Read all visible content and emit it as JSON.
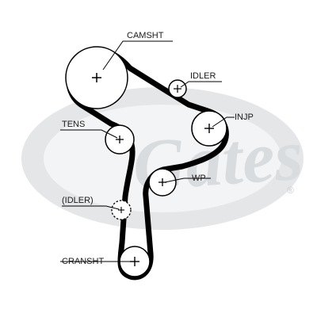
{
  "diagram": {
    "labels": {
      "camshaft": "CAMSHT",
      "idler_top": "IDLER",
      "injection_pump": "INJP",
      "tensioner": "TENS",
      "water_pump": "WP",
      "idler_optional": "(IDLER)",
      "crankshaft": "CRANSHT"
    },
    "watermark": {
      "brand": "Gates",
      "trademark": "®"
    },
    "colors": {
      "belt": "#000000",
      "pulley_fill": "#ffffff",
      "watermark": "#e4e6e8"
    }
  }
}
